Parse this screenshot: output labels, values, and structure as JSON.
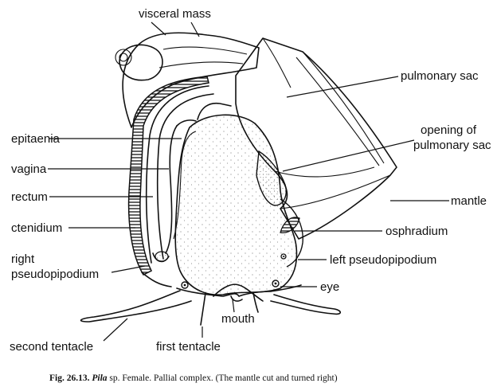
{
  "labels": {
    "visceral_mass": "visceral mass",
    "pulmonary_sac": "pulmonary sac",
    "opening_line1": "opening of",
    "opening_line2": "pulmonary sac",
    "epitaenia": "epitaenia",
    "vagina": "vagina",
    "rectum": "rectum",
    "mantle": "mantle",
    "ctenidium": "ctenidium",
    "osphradium": "osphradium",
    "right_line1": "right",
    "right_line2": "pseudopipodium",
    "left_pseudopipodium": "left pseudopipodium",
    "eye": "eye",
    "mouth": "mouth",
    "second_tentacle": "second tentacle",
    "first_tentacle": "first tentacle"
  },
  "caption": {
    "fig_number": "Fig. 26.13.",
    "species": "Pila",
    "rest": " sp. Female. Pallial complex. (The mantle cut and turned right)"
  }
}
